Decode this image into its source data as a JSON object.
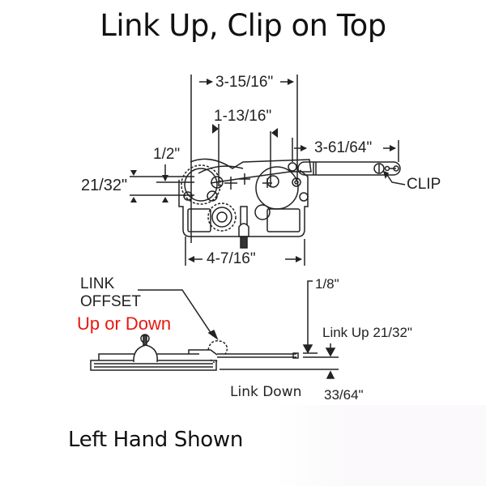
{
  "title": "Link Up, Clip on Top",
  "footer": "Left Hand Shown",
  "top_view": {
    "dimensions": {
      "overall_arm": "3-15/16\"",
      "center_holes": "1-13/16\"",
      "link_to_clip": "3-61/64\"",
      "half_inch": "1/2\"",
      "height_offset": "21/32\"",
      "base_width": "4-7/16\""
    },
    "callouts": {
      "clip": "CLIP"
    }
  },
  "side_view": {
    "callouts": {
      "link_offset_line1": "LINK",
      "link_offset_line2": "OFFSET",
      "link_offset_note": "Up or Down",
      "eighth": "1/8\"",
      "link_up": "Link Up 21/32\"",
      "link_down": "Link Down",
      "link_down_value": "33/64\""
    }
  },
  "colors": {
    "text": "#111111",
    "accent_red": "#e8170f",
    "line": "#222222",
    "background": "#ffffff"
  }
}
